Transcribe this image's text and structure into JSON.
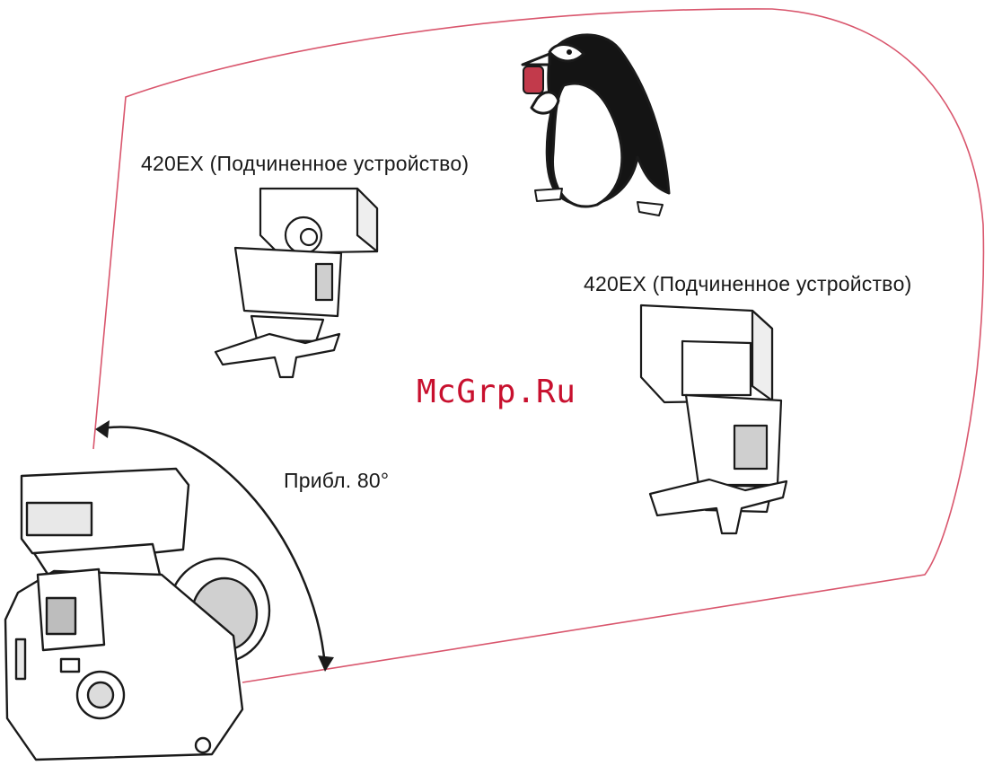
{
  "diagram": {
    "slave_unit_label_1": "420EX (Подчиненное устройство)",
    "slave_unit_label_2": "420EX (Подчиненное устройствo)",
    "angle_label": "Прибл. 80°",
    "watermark": "McGrp.Ru"
  },
  "colors": {
    "coverage_outline": "#d9566d",
    "line_art": "#1a1a1a",
    "watermark": "#c8102e",
    "penguin_card": "#c23a4b"
  },
  "icons": [
    "camera-with-transmitter-icon",
    "speedlite-420ex-icon",
    "penguin-icon",
    "angle-arc-icon"
  ]
}
